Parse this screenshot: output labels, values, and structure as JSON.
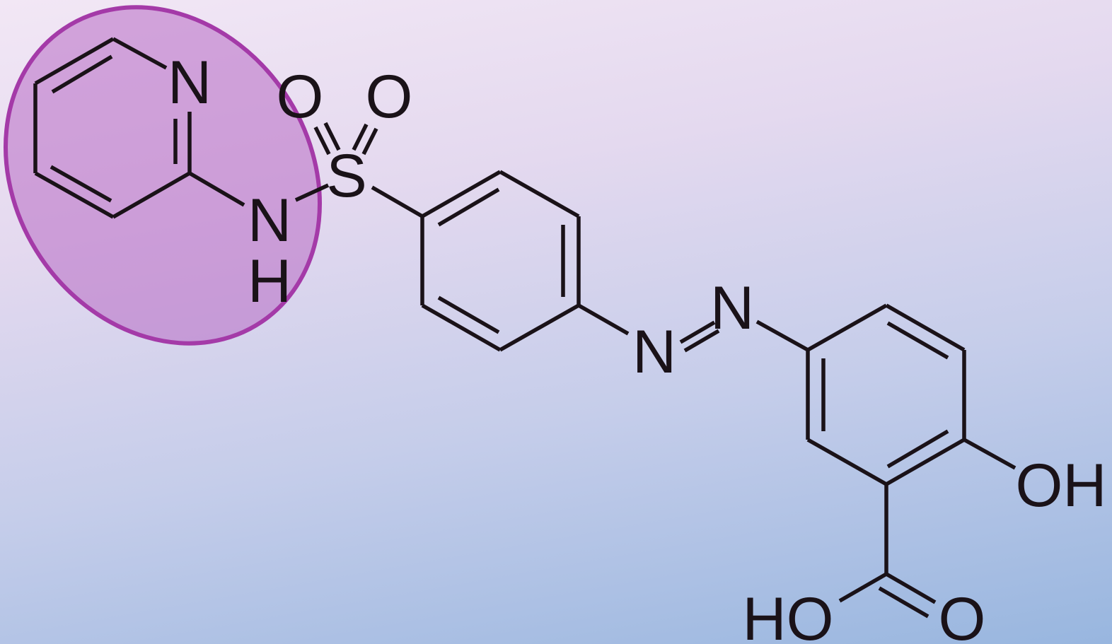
{
  "labels": {
    "pyridine_n": "N",
    "amide_n": "N",
    "amide_h": "H",
    "sulfur": "S",
    "sulfonyl_o1": "O",
    "sulfonyl_o2": "O",
    "azo_n1": "N",
    "azo_n2": "N",
    "hydroxyl": "OH",
    "acid_ho": "HO",
    "acid_o": "O"
  },
  "colors": {
    "bond": "#1a1218",
    "highlight_fill": "#b86cc4",
    "highlight_stroke": "#a43aa8"
  }
}
